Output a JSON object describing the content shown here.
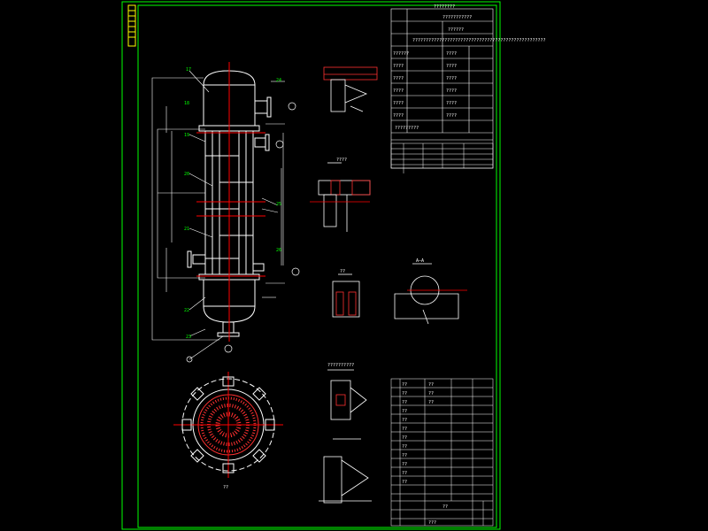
{
  "drawing": {
    "title_block_header": "????????",
    "sheet_title": "???????????",
    "sub_title": "??????",
    "stamp_top": "?????????",
    "tech_req_note": "??????????????????????????????????????????????????",
    "section_label": "A—A",
    "detail_label_1": "????",
    "detail_label_2": "??",
    "weld_detail_label": "??????????",
    "view_label": "??",
    "bottom_block_row": "??",
    "bottom_block_text": "???"
  },
  "nozzle_marks": [
    "17",
    "18",
    "19",
    "20",
    "21",
    "22",
    "23",
    "24",
    "25",
    "26"
  ],
  "title_rows": [
    "??????",
    "????",
    "????",
    "????",
    "????",
    "????",
    "????",
    "????",
    "????",
    "????",
    "????",
    "????"
  ],
  "parts_rows": [
    "??",
    "??",
    "??",
    "??",
    "??",
    "??",
    "??",
    "??",
    "??",
    "??",
    "??",
    "??",
    "??",
    "??",
    "??"
  ],
  "colors": {
    "frame": "#00ff00",
    "line": "#ffffff",
    "centerline": "#ff0000",
    "accent_yellow": "#ffff00",
    "hatch": "#ff3030"
  }
}
